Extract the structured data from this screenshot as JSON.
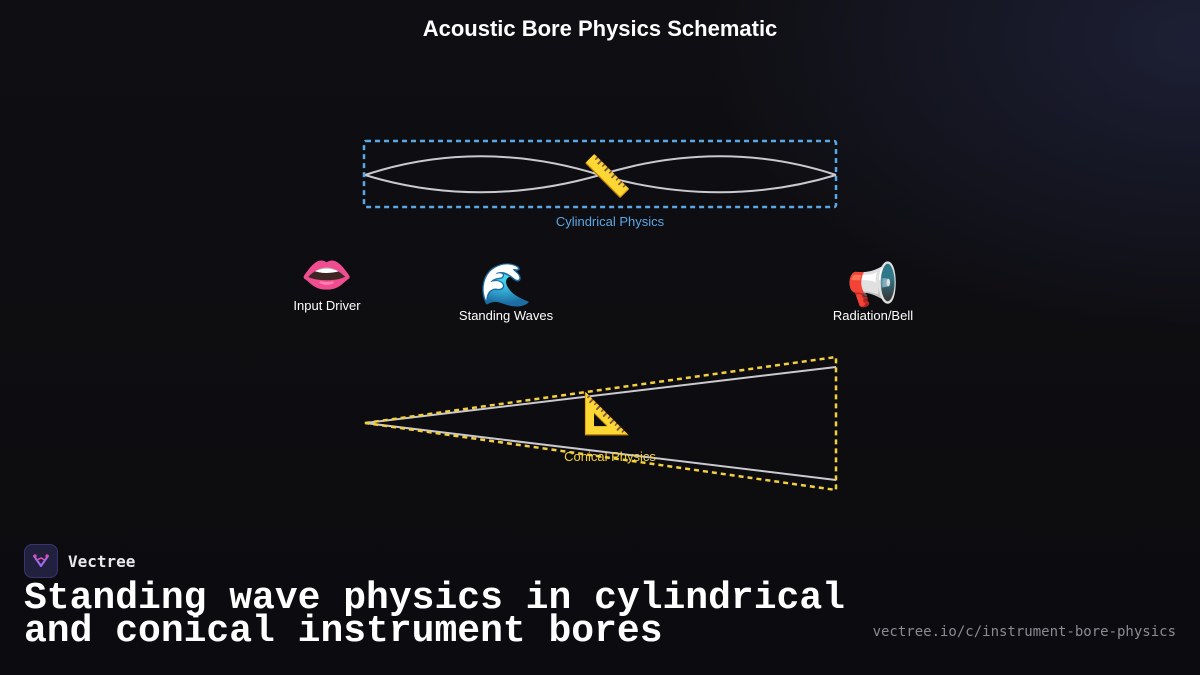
{
  "title": "Acoustic Bore Physics Schematic",
  "nodes": {
    "input_driver": {
      "label": "Input Driver",
      "icon": "lips-icon",
      "glyph": "👄"
    },
    "standing_waves": {
      "label": "Standing Waves",
      "icon": "wave-icon",
      "glyph": "🌊"
    },
    "radiation_bell": {
      "label": "Radiation/Bell",
      "icon": "megaphone-icon",
      "glyph": "📢"
    }
  },
  "groups": {
    "cylindrical": {
      "label": "Cylindrical Physics",
      "icon": "straight-ruler-icon",
      "glyph": "📏",
      "color": "#5aa7e6"
    },
    "conical": {
      "label": "Conical Physics",
      "icon": "triangular-ruler-icon",
      "glyph": "📐",
      "color": "#f2cf3e"
    }
  },
  "brand": {
    "name": "Vectree"
  },
  "caption": "Standing wave physics in cylindrical and conical instrument bores",
  "url": "vectree.io/c/instrument-bore-physics"
}
